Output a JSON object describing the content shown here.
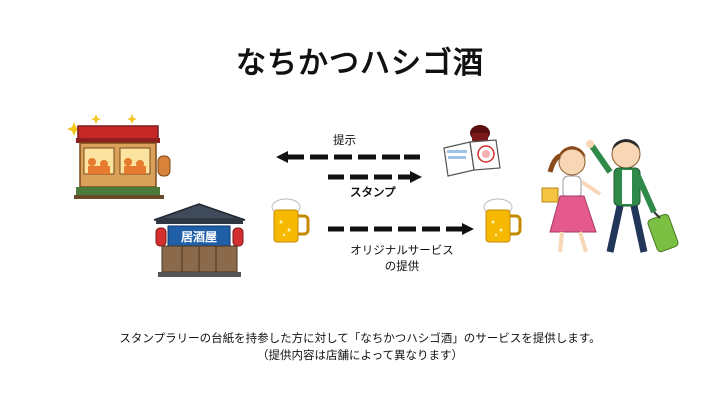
{
  "slide": {
    "title": "なちかつハシゴ酒"
  },
  "flow": {
    "present_label": "提示",
    "stamp_label": "スタンプ",
    "service_label_line1": "オリジナルサービス",
    "service_label_line2": "の提供"
  },
  "signs": {
    "izakaya_sign": "居酒屋"
  },
  "footer": {
    "line1": "スタンプラリーの台紙を持参した方に対して「なちかつハシゴ酒」のサービスを提供します。",
    "line2": "（提供内容は店舗によって異なります）"
  },
  "colors": {
    "arrow": "#111111",
    "shop_roof": "#c62828",
    "izakaya_roof": "#3f4a5a",
    "beer": "#f6b800",
    "woman_skirt": "#e45a8c",
    "man_jacket": "#2f8a4a",
    "suitcase": "#7bc043"
  }
}
